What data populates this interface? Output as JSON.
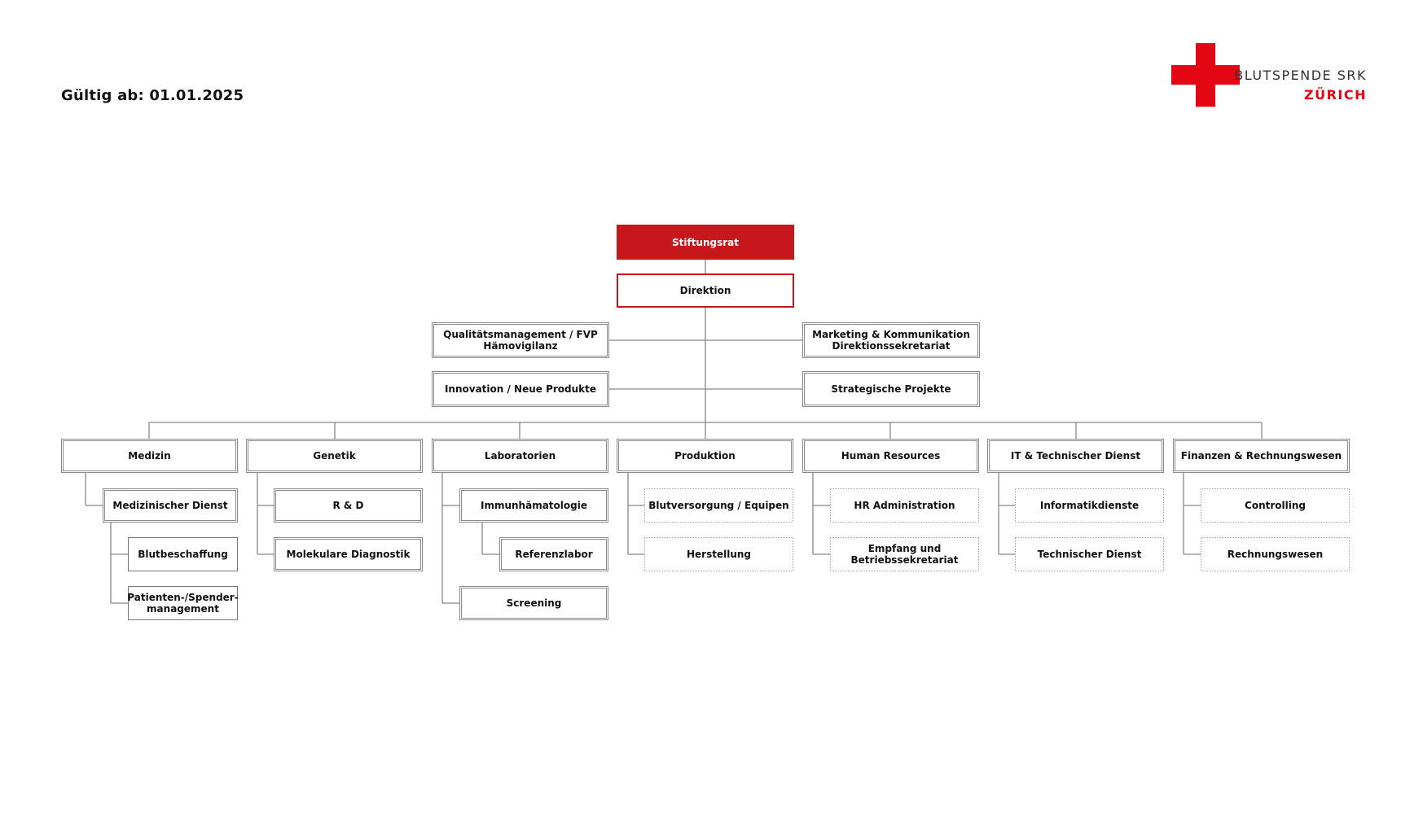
{
  "header": {
    "valid_from": "Gültig ab: 01.01.2025"
  },
  "logo": {
    "line1": "BLUTSPENDE SRK",
    "line2": "ZÜRICH",
    "color": "#e30613"
  },
  "org": {
    "board": "Stiftungsrat",
    "direction": "Direktion",
    "staff_left": [
      "Qualitätsmanagement / FVP\nHämovigilanz",
      "Innovation / Neue Produkte"
    ],
    "staff_right": [
      "Marketing & Kommunikation\nDirektionssekretariat",
      "Strategische Projekte"
    ],
    "departments": [
      {
        "name": "Medizin",
        "units": [
          "Medizinischer Dienst",
          "Blutbeschaffung",
          "Patienten-/Spender-\nmanagement"
        ]
      },
      {
        "name": "Genetik",
        "units": [
          "R & D",
          "Molekulare Diagnostik"
        ]
      },
      {
        "name": "Laboratorien",
        "units": [
          "Immunhämatologie",
          "Referenzlabor",
          "Screening"
        ]
      },
      {
        "name": "Produktion",
        "units": [
          "Blutversorgung / Equipen",
          "Herstellung"
        ]
      },
      {
        "name": "Human Resources",
        "units": [
          "HR Administration",
          "Empfang und\nBetriebssekretariat"
        ]
      },
      {
        "name": "IT & Technischer Dienst",
        "units": [
          "Informatikdienste",
          "Technischer Dienst"
        ]
      },
      {
        "name": "Finanzen & Rechnungswesen",
        "units": [
          "Controlling",
          "Rechnungswesen"
        ]
      }
    ]
  },
  "colors": {
    "accent": "#c8161d",
    "line": "#888888"
  }
}
